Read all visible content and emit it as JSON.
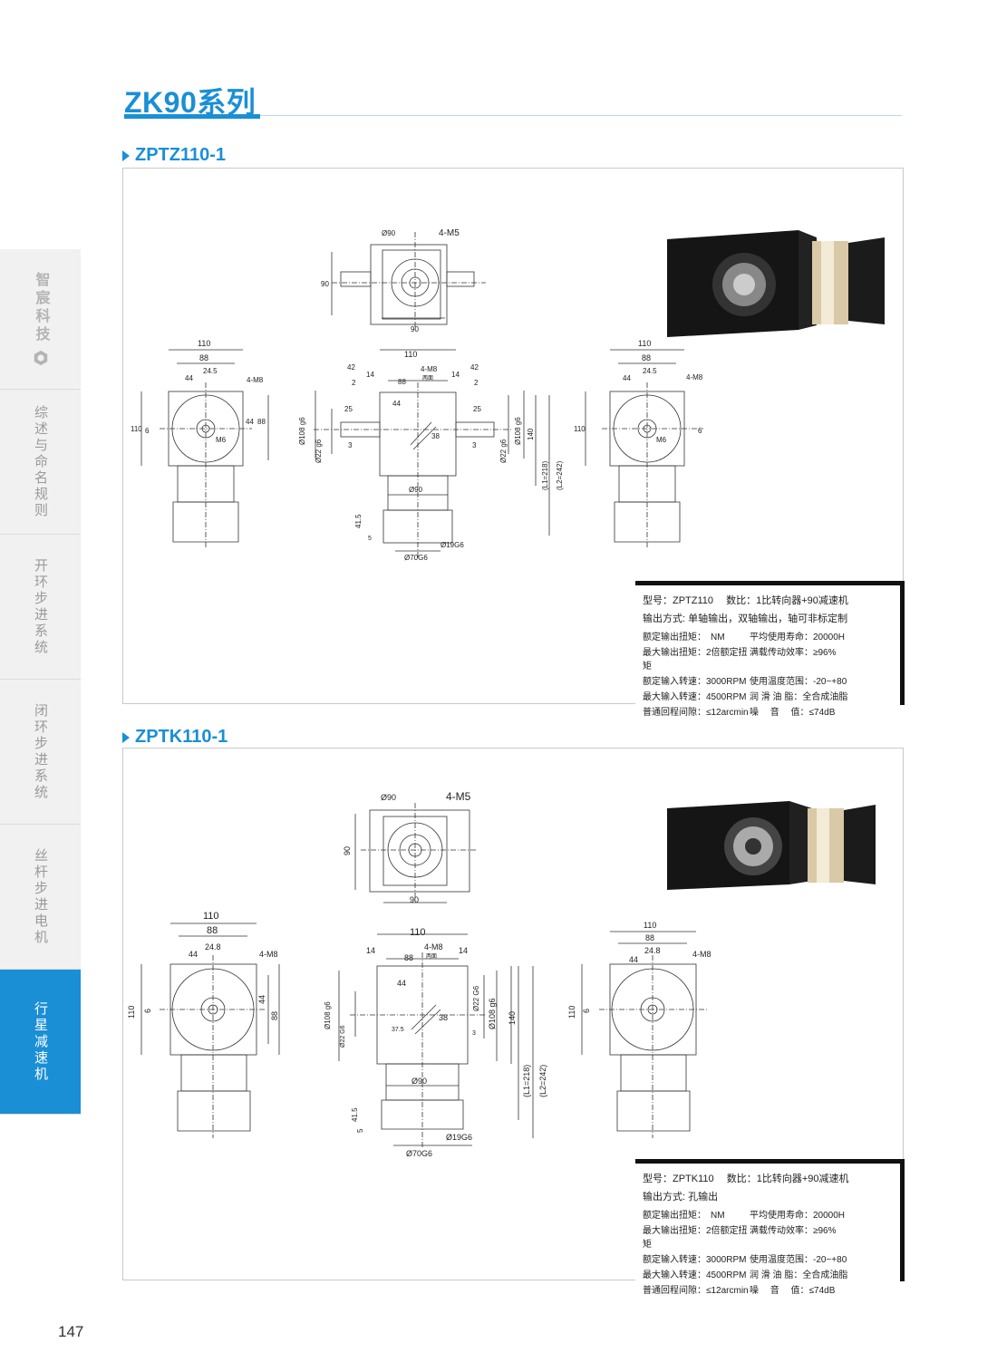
{
  "page": {
    "title": "ZK90系列",
    "page_number": "147"
  },
  "sidebar": {
    "brand": "智宸科技",
    "items": [
      {
        "label": "综述与命名规则"
      },
      {
        "label": "开环步进系统"
      },
      {
        "label": "闭环步进系统"
      },
      {
        "label": "丝杆步进电机"
      },
      {
        "label": "行星减速机"
      }
    ]
  },
  "sections": [
    {
      "heading": "ZPTZ110-1",
      "drawing": {
        "top": {
          "d1": "Ø90",
          "holes": "4-M5",
          "h": "90",
          "w": "90"
        },
        "left": {
          "w": "110",
          "w2": "88",
          "a": "44",
          "b": "24.5",
          "holes": "4-M8",
          "h": "110",
          "k": "6",
          "v1": "44",
          "v2": "88",
          "thread": "M6"
        },
        "front": {
          "w": "110",
          "a": "42",
          "b": "14",
          "c": "2",
          "d": "88",
          "holes": "4-M8",
          "note": "两面",
          "e": "44",
          "f": "25",
          "g": "3",
          "h": "3",
          "shaft1": "Ø108 g6",
          "shaft2": "Ø22 g6",
          "height": "140",
          "l1": "(L1=218)",
          "l2": "(L2=242)",
          "flange": "Ø90",
          "len1": "41.5",
          "len2": "5",
          "out": "Ø19G6",
          "pilot": "Ø70G6",
          "v": "38"
        },
        "right": {
          "w": "110",
          "w2": "88",
          "a": "44",
          "b": "24.5",
          "holes": "4-M8",
          "h": "110",
          "k": "6",
          "thread": "M6"
        }
      },
      "spec": {
        "row1": "型号：ZPTZ110　 数比：1比转向器+90减速机",
        "row2": "输出方式: 单轴输出，双轴输出，轴可非标定制",
        "items": [
          "额定输出扭矩：　NM",
          "平均使用寿命：20000H",
          "最大输出扭矩：2倍额定扭矩",
          "满载传动效率：≥96%",
          "额定输入转速：3000RPM",
          "使用温度范围：-20~+80",
          "最大输入转速：4500RPM",
          "润 滑 油 脂：全合成油脂",
          "普通回程间隙：≤12arcmin",
          "噪　 音　 值：≤74dB"
        ]
      }
    },
    {
      "heading": "ZPTK110-1",
      "drawing": {
        "top": {
          "d1": "Ø90",
          "holes": "4-M5",
          "h": "90",
          "w": "90"
        },
        "left": {
          "w": "110",
          "w2": "88",
          "a": "44",
          "b": "24.8",
          "holes": "4-M8",
          "h": "110",
          "k": "6",
          "v1": "44",
          "v2": "88"
        },
        "front": {
          "w": "110",
          "b": "14",
          "d": "88",
          "holes": "4-M8",
          "note": "两面",
          "e": "44",
          "shaft1": "Ø108 g6",
          "shaft2": "Ø22 G6",
          "shaft3": "Ø22 G6",
          "shaft4": "Ø108 g6",
          "height": "140",
          "l1": "(L1=218)",
          "l2": "(L2=242)",
          "flange": "Ø90",
          "len1": "41.5",
          "len2": "5",
          "out": "Ø19G6",
          "pilot": "Ø70G6",
          "g": "37.5",
          "h": "3",
          "v": "38"
        },
        "right": {
          "w": "110",
          "w2": "88",
          "a": "44",
          "b": "24.8",
          "holes": "4-M8",
          "h": "110",
          "k": "6"
        }
      },
      "spec": {
        "row1": "型号：ZPTK110　 数比：1比转向器+90减速机",
        "row2": "输出方式: 孔输出",
        "items": [
          "额定输出扭矩：　NM",
          "平均使用寿命：20000H",
          "最大输出扭矩：2倍额定扭矩",
          "满载传动效率：≥96%",
          "额定输入转速：3000RPM",
          "使用温度范围：-20~+80",
          "最大输入转速：4500RPM",
          "润 滑 油 脂：全合成油脂",
          "普通回程间隙：≤12arcmin",
          "噪　 音　 值：≤74dB"
        ]
      }
    }
  ]
}
